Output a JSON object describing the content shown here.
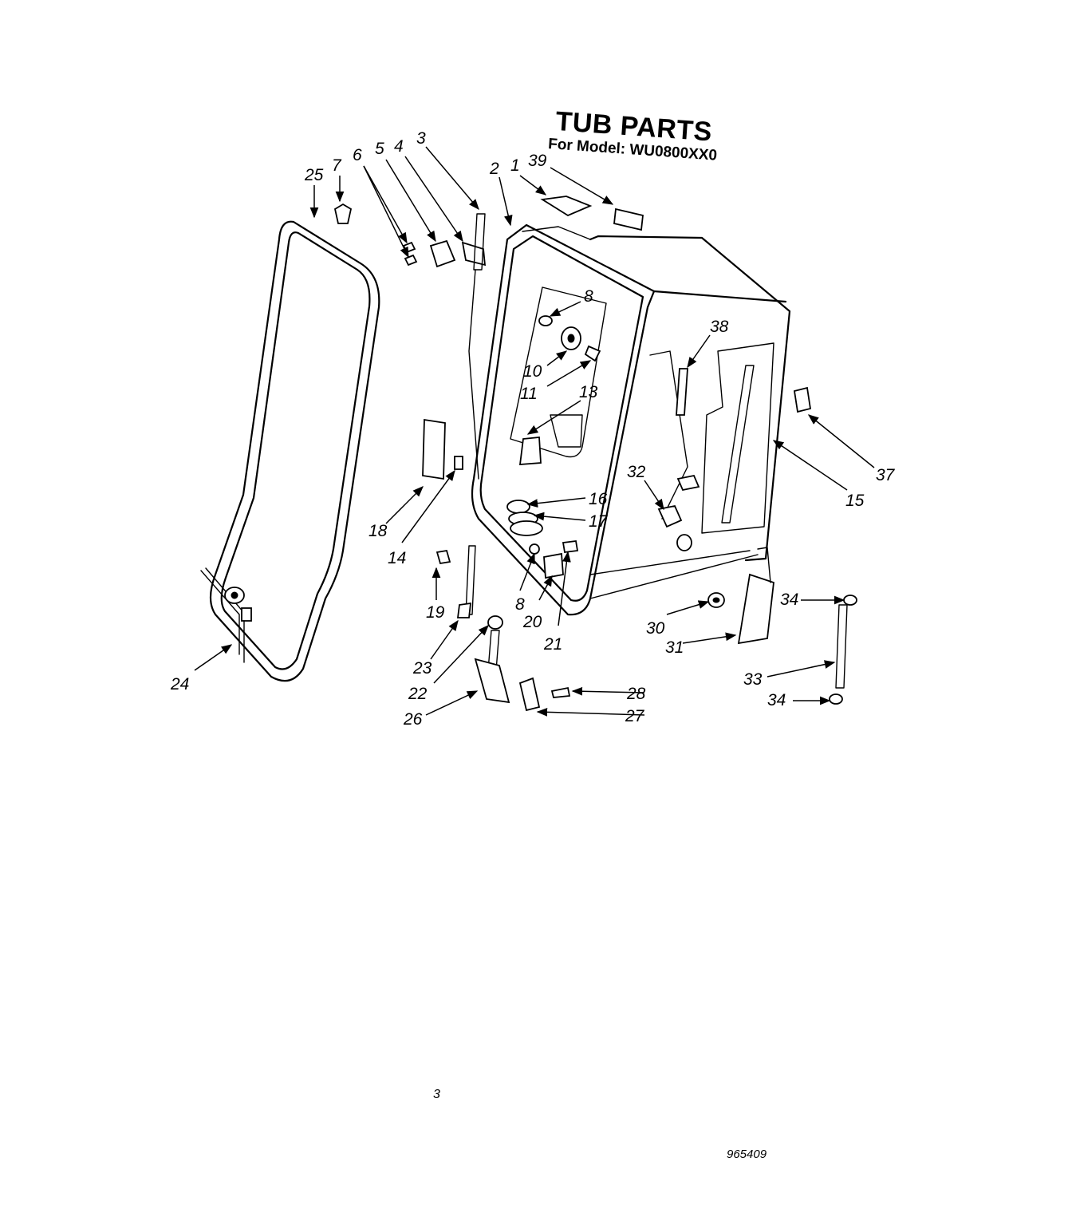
{
  "title": "TUB PARTS",
  "subtitle": "For Model: WU0800XX0",
  "page_number": "3",
  "document_code": "965409",
  "part_labels": [
    "1",
    "2",
    "3",
    "4",
    "5",
    "6",
    "7",
    "8",
    "8",
    "10",
    "11",
    "13",
    "14",
    "15",
    "16",
    "17",
    "18",
    "19",
    "20",
    "21",
    "22",
    "23",
    "24",
    "25",
    "26",
    "27",
    "28",
    "30",
    "31",
    "32",
    "33",
    "34",
    "34",
    "37",
    "38",
    "39"
  ]
}
